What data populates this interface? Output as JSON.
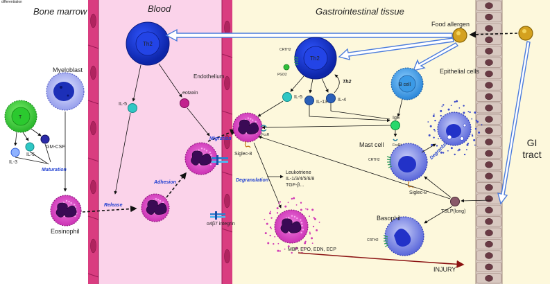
{
  "corner_note": "differentiation",
  "regions": {
    "bone_marrow": "Bone marrow",
    "blood": "Blood",
    "gi_tissue": "Gastrointestinal tissue",
    "gi_tract": [
      "GI",
      "tract"
    ]
  },
  "labels": {
    "myeloblast": "Myeloblast",
    "t_cell": "T",
    "il3": "IL-3",
    "il5_bm": "IL-5",
    "gmcsf": "GM-CSF",
    "maturation": "Maturation",
    "eosinophil": "Eosinophil",
    "release": "Release",
    "th2_blood": "Th2",
    "il5_blood": "IL-5",
    "eotaxin": "eotaxin",
    "endothelium": "Endothelium",
    "migration": "Migration",
    "adhesion": "Adhesion",
    "integrin": "α4β7 integrin",
    "th2_tissue": "Th2",
    "crth2_th2": "CRTH2",
    "pgd2": "PGD2",
    "il5_tissue": "IL-5",
    "il13": "IL-13",
    "il4": "IL-4",
    "th2_arrow": "Th2",
    "b_cell": "B cell",
    "ige": "IgE",
    "fcer": "FcεRI",
    "fcr_eos": "FcεR",
    "siglec8_eos": "Siglec-8",
    "degranulation_eos": "Degranulation",
    "mediators": [
      "Leukotriene",
      "IL-1/3/4/5/6/8",
      "TGF-β..."
    ],
    "granule_proteins": "MBP, EPO, EDN, ECP",
    "food_allergen": "Food allergen",
    "epithelial_cells": "Epithelial cells",
    "mast_cell": "Mast cell",
    "crth2_mast": "CRTH2",
    "siglec8_mast": "Siglec-8",
    "degranulation_mast": "Degranulation",
    "tslp": "TSLP(long)",
    "basophil": "Basophil",
    "crth2_baso": "CRTH2",
    "injury": "INJURY"
  },
  "colors": {
    "blood_bg": "#fbd3ea",
    "vessel": "#d93d80",
    "tissue_bg": "#fdf8dc",
    "epithelium": "#dccfc7",
    "th2": "#1f3fd1",
    "eosinophil": "#e040c8",
    "mast_cell": "#3345d6",
    "b_cell": "#4ba7e6",
    "allergen": "#d4a11f",
    "injury": "#9b1b1b",
    "big_arrow": "#4a7bdc"
  }
}
